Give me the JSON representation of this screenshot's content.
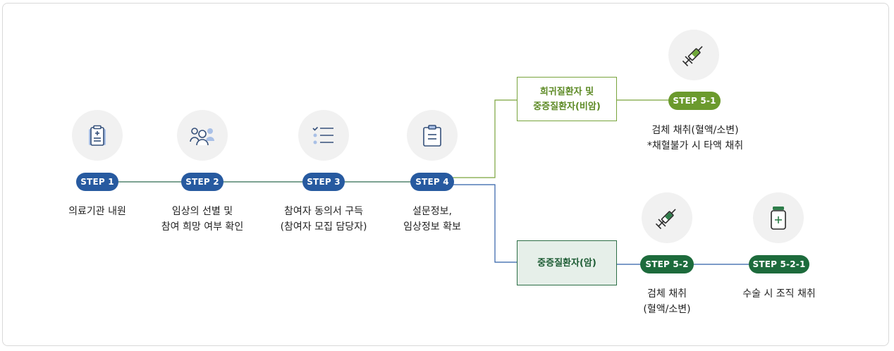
{
  "steps": [
    {
      "id": "step1",
      "label": "STEP 1",
      "text": [
        "의료기관 내원"
      ],
      "icon": "clipboard-medical-icon"
    },
    {
      "id": "step2",
      "label": "STEP 2",
      "text": [
        "임상의 선별 및",
        "참여 희망 여부 확인"
      ],
      "icon": "people-group-icon"
    },
    {
      "id": "step3",
      "label": "STEP 3",
      "text": [
        "참여자 동의서 구득",
        "(참여자 모집 담당자)"
      ],
      "icon": "checklist-icon"
    },
    {
      "id": "step4",
      "label": "STEP 4",
      "text": [
        "설문정보,",
        "임상정보 확보"
      ],
      "icon": "clipboard-icon"
    }
  ],
  "branches": {
    "rare": {
      "box": [
        "희귀질환자 및",
        "중증질환자(비암)"
      ]
    },
    "cancer": {
      "box": [
        "중증질환자(암)"
      ]
    }
  },
  "step5_1": {
    "label": "STEP 5-1",
    "text": [
      "검체 채취(혈액/소변)",
      "*채혈불가 시 타액 채취"
    ],
    "icon": "syringe-icon"
  },
  "step5_2": {
    "label": "STEP 5-2",
    "text": [
      "검체 채취",
      "(혈액/소변)"
    ],
    "icon": "syringe-icon"
  },
  "step5_2_1": {
    "label": "STEP 5-2-1",
    "text": [
      "수술 시 조직 채취"
    ],
    "icon": "specimen-jar-icon"
  },
  "colors": {
    "blue": "#275aa0",
    "olive": "#6b9a2d",
    "green": "#1d6b3c"
  }
}
